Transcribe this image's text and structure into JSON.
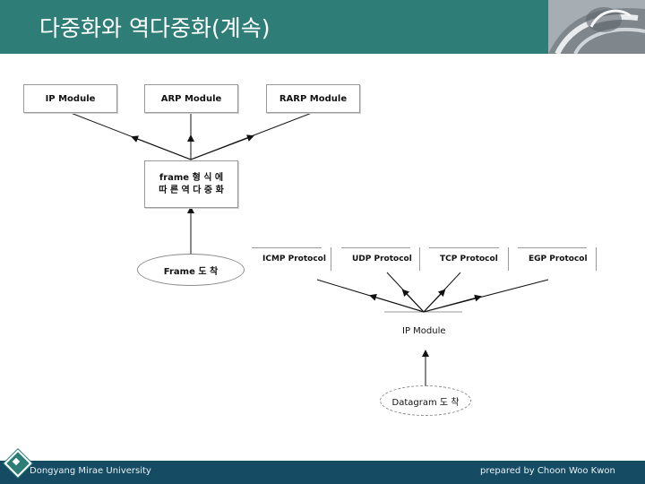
{
  "slide": {
    "title": "다중화와 역다중화(계속)"
  },
  "footer": {
    "left_text": "Dongyang Mirae University",
    "right_text": "prepared by Choon Woo Kwon"
  },
  "left_diagram": {
    "modules": [
      "IP Module",
      "ARP Module",
      "RARP Module"
    ],
    "demux_box": {
      "line1": "frame 형 식 에",
      "line2": "따 른  역  다 중 화"
    },
    "frame_arrival": "Frame 도 착"
  },
  "right_diagram": {
    "protocols": [
      "ICMP Protocol",
      "UDP Protocol",
      "TCP Protocol",
      "EGP Protocol"
    ],
    "ip_module": "IP Module",
    "datagram_arrival": "Datagram 도 착"
  },
  "colors": {
    "header": "#2e7d77",
    "footer": "#154c64"
  }
}
